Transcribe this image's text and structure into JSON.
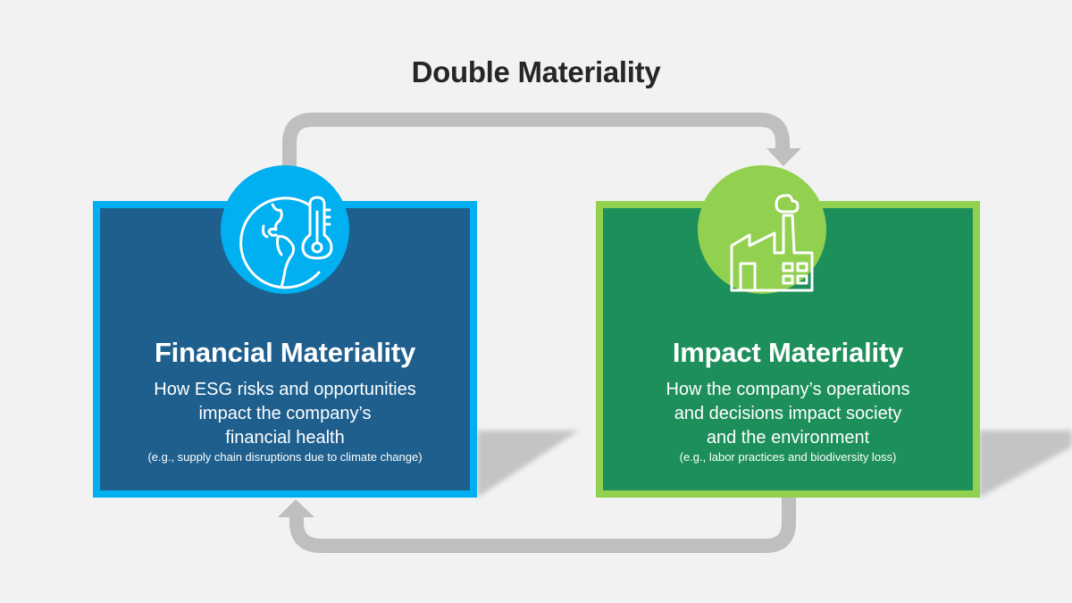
{
  "title": "Double Materiality",
  "colors": {
    "background": "#f2f2f2",
    "arrow": "#bfbfbf",
    "financial_fill": "#1e5f8e",
    "financial_accent": "#00b0f0",
    "impact_fill": "#1d8f5a",
    "impact_accent": "#92d050"
  },
  "cards": [
    {
      "id": "financial",
      "icon": "globe-thermometer-icon",
      "title": "Financial Materiality",
      "description": "How ESG risks and opportunities\nimpact the company’s\nfinancial health",
      "example": "(e.g., supply chain disruptions due to climate change)"
    },
    {
      "id": "impact",
      "icon": "factory-icon",
      "title": "Impact Materiality",
      "description": "How the company’s operations\nand decisions impact society\nand the environment",
      "example": "(e.g., labor practices and biodiversity loss)"
    }
  ],
  "arrows": [
    {
      "from": "financial",
      "to": "impact",
      "route": "top"
    },
    {
      "from": "impact",
      "to": "financial",
      "route": "bottom"
    }
  ]
}
